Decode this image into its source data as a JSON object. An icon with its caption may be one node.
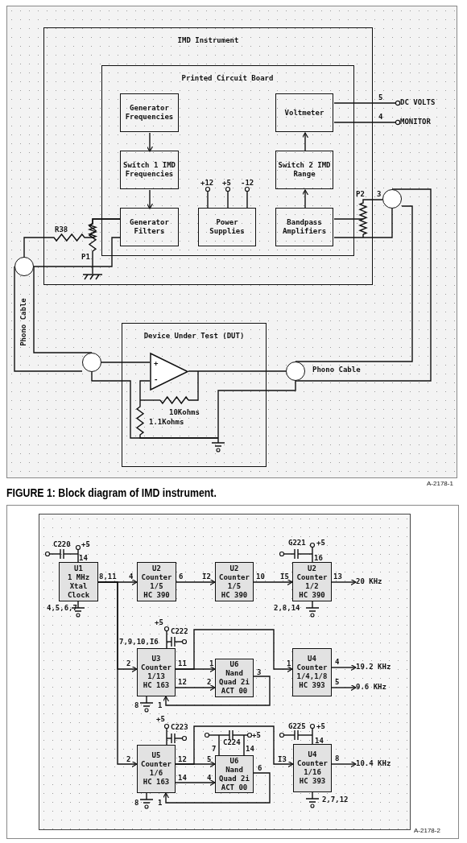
{
  "diagram": {
    "caption": "FIGURE 1: Block diagram of IMD instrument.",
    "nodes": [
      {
        "text": [
          "IMD Instrument"
        ]
      },
      {
        "text": [
          "Printed Circuit Board"
        ],
        "in": 0
      },
      {
        "text": [
          "Generator Frequencies"
        ],
        "in": 1
      },
      {
        "text": [
          "Voltmeter"
        ],
        "in": 1
      },
      {
        "text": [
          "DC VOLTS"
        ]
      },
      {
        "text": [
          "MONITOR"
        ]
      },
      {
        "text": [
          "Switch 1 IMD Frequencies"
        ],
        "in": 1
      },
      {
        "text": [
          "Switch 2 IMD Range"
        ],
        "in": 1
      },
      {
        "text": [
          "Generator Filters"
        ],
        "in": 1
      },
      {
        "text": [
          "Power Supplies"
        ],
        "in": 1
      },
      {
        "text": [
          "Bandpass Amplifiers"
        ],
        "in": 1
      },
      {
        "text": [
          "Device Under Test (DUT)"
        ]
      },
      {
        "text": [
          "U1",
          "1 MHz",
          "Xtal",
          "Clock"
        ]
      },
      {
        "text": [
          "U2",
          "Counter",
          "1/5",
          "HC 390"
        ]
      },
      {
        "text": [
          "U2",
          "Counter",
          "1/5",
          "HC 390"
        ]
      },
      {
        "text": [
          "U2",
          "Counter",
          "1/2",
          "HC 390"
        ]
      },
      {
        "text": [
          "20 KHz"
        ]
      },
      {
        "text": [
          "U3",
          "Counter",
          "1/13",
          "HC 163"
        ]
      },
      {
        "text": [
          "U6",
          "Nand",
          "Quad 2i",
          "ACT 00"
        ]
      },
      {
        "text": [
          "U4",
          "Counter",
          "1/4,1/8",
          "HC 393"
        ]
      },
      {
        "text": [
          "19.2 KHz"
        ]
      },
      {
        "text": [
          "9.6 KHz"
        ]
      },
      {
        "text": [
          "U5",
          "Counter",
          "1/6",
          "HC 163"
        ]
      },
      {
        "text": [
          "U6",
          "Nand",
          "Quad 2i",
          "ACT 00"
        ]
      },
      {
        "text": [
          "U4",
          "Counter",
          "1/16",
          "HC 393"
        ]
      },
      {
        "text": [
          "10.4 KHz"
        ]
      },
      {
        "text": [],
        "shape": "circle",
        "beside": [
          "Phono Cable"
        ]
      },
      {
        "text": [],
        "shape": "circle",
        "beside": [
          "3"
        ]
      },
      {
        "text": [],
        "shape": "circle"
      },
      {
        "text": [],
        "shape": "circle",
        "beside": [
          "Phono Cable"
        ]
      },
      {
        "text": [],
        "shape": "triangle",
        "in": 11
      },
      {
        "text": [],
        "shape": "ground",
        "in": 0
      },
      {
        "text": [],
        "shape": "ground",
        "in": 11
      }
    ],
    "edges": [
      {
        "from": 2,
        "to": 6,
        "arrow": "to"
      },
      {
        "from": 6,
        "to": 8,
        "arrow": "to"
      },
      {
        "from": 10,
        "to": 7,
        "arrow": "to"
      },
      {
        "from": 7,
        "to": 3,
        "arrow": "to"
      },
      {
        "from": 3,
        "to": 4,
        "arrow": "other",
        "label": "5"
      },
      {
        "from": 3,
        "to": 5,
        "arrow": "other",
        "label": "4"
      },
      {
        "from": 12,
        "to": 13,
        "arrow": "to"
      },
      {
        "from": 13,
        "to": 14,
        "arrow": "to"
      },
      {
        "from": 14,
        "to": 15,
        "arrow": "to"
      },
      {
        "from": 15,
        "to": 16,
        "arrow": "to"
      },
      {
        "from": 12,
        "to": 17,
        "arrow": "to"
      },
      {
        "from": 12,
        "to": 22,
        "arrow": "to"
      },
      {
        "from": 17,
        "to": 18,
        "arrow": "to"
      },
      {
        "from": 17,
        "to": 19,
        "arrow": "to"
      },
      {
        "from": 17,
        "to": 18,
        "arrow": "to"
      },
      {
        "from": 18,
        "to": 17,
        "arrow": "to"
      },
      {
        "from": 19,
        "to": 20,
        "arrow": "to"
      },
      {
        "from": 19,
        "to": 21,
        "arrow": "to"
      },
      {
        "from": 22,
        "to": 23,
        "arrow": "to"
      },
      {
        "from": 22,
        "to": 24,
        "arrow": "to"
      },
      {
        "from": 22,
        "to": 23,
        "arrow": "to"
      },
      {
        "from": 23,
        "to": 22,
        "arrow": "to"
      },
      {
        "from": 24,
        "to": 25,
        "arrow": "to"
      },
      {
        "from": 8,
        "to": 26,
        "arrow": "none"
      },
      {
        "from": 26,
        "to": 28,
        "arrow": "none"
      },
      {
        "from": 26,
        "to": 28,
        "arrow": "none"
      },
      {
        "from": 10,
        "to": 27,
        "arrow": "none"
      },
      {
        "from": 27,
        "to": 29,
        "arrow": "none"
      },
      {
        "from": 27,
        "to": 29,
        "arrow": "none"
      },
      {
        "from": 28,
        "to": 30,
        "arrow": "none"
      },
      {
        "from": 30,
        "to": 29,
        "arrow": "none"
      },
      {
        "from": 26,
        "to": 8,
        "arrow": "none"
      },
      {
        "from": 8,
        "to": 31,
        "arrow": "none"
      },
      {
        "from": 28,
        "to": 32,
        "arrow": "none"
      },
      {
        "from": 29,
        "to": 32,
        "arrow": "none"
      },
      {
        "from": 30,
        "to": 32,
        "arrow": "none"
      },
      {
        "from": 10,
        "to": 27,
        "arrow": "none"
      }
    ],
    "labels": [
      "R38",
      "+12",
      "+5",
      "-12",
      "P2",
      "P1",
      "+",
      "-",
      "10Kohms",
      "1.1Kohms",
      "A-2178-1",
      "C220",
      "+5",
      "G221",
      "+5",
      "14",
      "16",
      "8,11",
      "4",
      "6",
      "I2",
      "10",
      "I5",
      "13",
      "4,5,6,7",
      "2,8,14",
      "+5",
      "C222",
      "7,9,10,I6",
      "2",
      "11",
      "1",
      "1",
      "4",
      "3",
      "12",
      "2",
      "5",
      "8",
      "1",
      "+5",
      "C223",
      "G225",
      "+5",
      "+5",
      "C224",
      "14",
      "7",
      "14",
      "2",
      "12",
      "5",
      "I3",
      "8",
      "6",
      "14",
      "4",
      "2,7,12",
      "8",
      "1",
      "A-2178-2"
    ]
  }
}
